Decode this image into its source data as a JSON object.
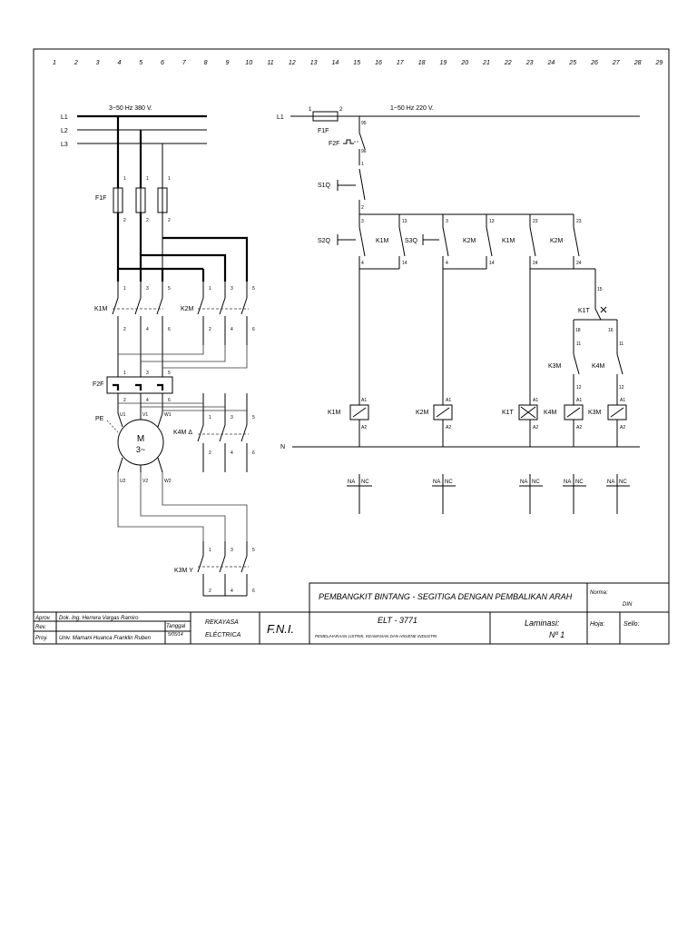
{
  "columns": [
    "1",
    "2",
    "3",
    "4",
    "5",
    "6",
    "7",
    "8",
    "9",
    "10",
    "11",
    "12",
    "13",
    "14",
    "15",
    "16",
    "17",
    "18",
    "19",
    "20",
    "21",
    "22",
    "23",
    "24",
    "25",
    "26",
    "27",
    "28",
    "29"
  ],
  "power": {
    "supply": "3~50 Hz 380 V.",
    "lines": [
      "L1",
      "L2",
      "L3"
    ],
    "fuse": "F1F",
    "fuse_terms_top": [
      "1",
      "1",
      "1"
    ],
    "fuse_terms_bottom": [
      "2",
      "2",
      "2"
    ],
    "k1m": "K1M",
    "k2m": "K2M",
    "k4m": "K4M Δ",
    "k3m": "K3M Y",
    "contact_terms_top": [
      "1",
      "3",
      "5"
    ],
    "contact_terms_bottom": [
      "2",
      "4",
      "6"
    ],
    "relay": "F2F",
    "pe": "PE",
    "motor_m": "M",
    "motor_phase": "3~",
    "motor_terms": [
      "U1",
      "V1",
      "W1",
      "U2",
      "V2",
      "W2"
    ]
  },
  "control": {
    "supply": "1~50 Hz 220 V.",
    "l1": "L1",
    "n": "N",
    "f1f": "F1F",
    "f1f_t1": "1",
    "f1f_t2": "2",
    "f2f": "F2F",
    "f2f_t95": "95",
    "f2f_t96": "96",
    "s1q": "S1Q",
    "s1q_t1": "1",
    "s1q_t2": "2",
    "s2q": "S2Q",
    "s3q": "S3Q",
    "k1m": "K1M",
    "k2m": "K2M",
    "k1t": "K1T",
    "k3m": "K3M",
    "k4m": "K4M",
    "t3": "3",
    "t4": "4",
    "t13": "13",
    "t14": "14",
    "t23": "23",
    "t24": "24",
    "t15": "15",
    "t16": "16",
    "t18": "18",
    "t11": "11",
    "t12": "12",
    "a1": "A1",
    "a2": "A2",
    "nanc": "NA",
    "nc": "NC"
  },
  "title_block": {
    "title": "PEMBANGKIT BINTANG - SEGITIGA DENGAN PEMBALIKAN ARAH",
    "norma_label": "Norma:",
    "norma": "DIN",
    "aprov": "Aprov.",
    "rev": "Rev.",
    "proy": "Proy.",
    "aprov_name": "Dok.  Ing.  Herrera  Vargas  Ramiro",
    "proy_name": "Univ. Mamani Huanca Franklin Ruben",
    "tanggal": "Tanggal",
    "date": "5/05/14",
    "dept1": "REKAYASA",
    "dept2": "ELÉCTRICA",
    "fni": "F.N.I.",
    "code": "ELT - 3771",
    "subtitle": "PEMELIHARAAN LISTRIK, KEAMANAN DAN HIGIENE INDUSTRI",
    "laminasi": "Laminasi:",
    "sheet_no": "Nº 1",
    "hoja": "Hoja:",
    "sello": "Sello:"
  }
}
